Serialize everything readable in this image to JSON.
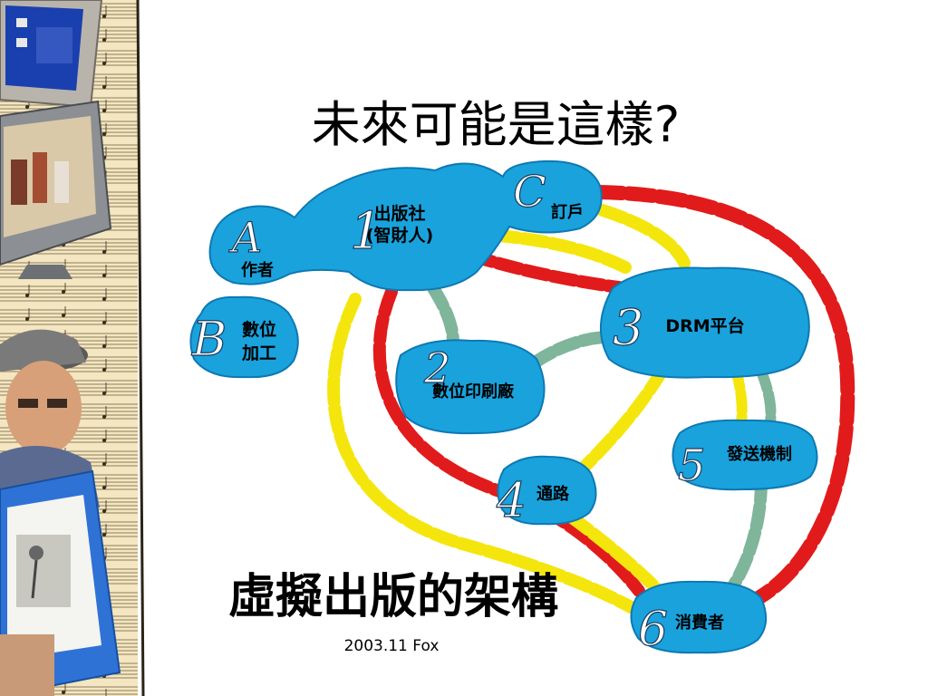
{
  "title": "未來可能是這樣?",
  "subtitle": "虛擬出版的架構",
  "credit": "2003.11 Fox",
  "colors": {
    "cloud": "#1aa2dc",
    "cloud_edge": "#0d79b3",
    "red_flow": "#e11b1b",
    "yellow_flow": "#f4e60d",
    "green_flow": "#7fb59a",
    "paper": "#f3e6c0"
  },
  "nodes": {
    "A": {
      "letter": "A",
      "label": [
        "作者"
      ]
    },
    "B": {
      "letter": "B",
      "label": [
        "數位",
        "加工"
      ]
    },
    "C": {
      "letter": "C",
      "label": [
        "訂戶"
      ]
    },
    "n1": {
      "letter": "1",
      "label": [
        "出版社",
        "(智財人)"
      ]
    },
    "n2": {
      "letter": "2",
      "label": [
        "數位印刷廠"
      ]
    },
    "n3": {
      "letter": "3",
      "label": [
        "DRM平台"
      ]
    },
    "n4": {
      "letter": "4",
      "label": [
        "通路"
      ]
    },
    "n5": {
      "letter": "5",
      "label": [
        "發送機制"
      ]
    },
    "n6": {
      "letter": "6",
      "label": [
        "消費者"
      ]
    }
  },
  "sidebar": {
    "decor_icon": "music-collage",
    "items": [
      "monitor-image",
      "photo-monitor-image",
      "musical-score-image",
      "person-photo",
      "ebook-reader-image"
    ]
  }
}
